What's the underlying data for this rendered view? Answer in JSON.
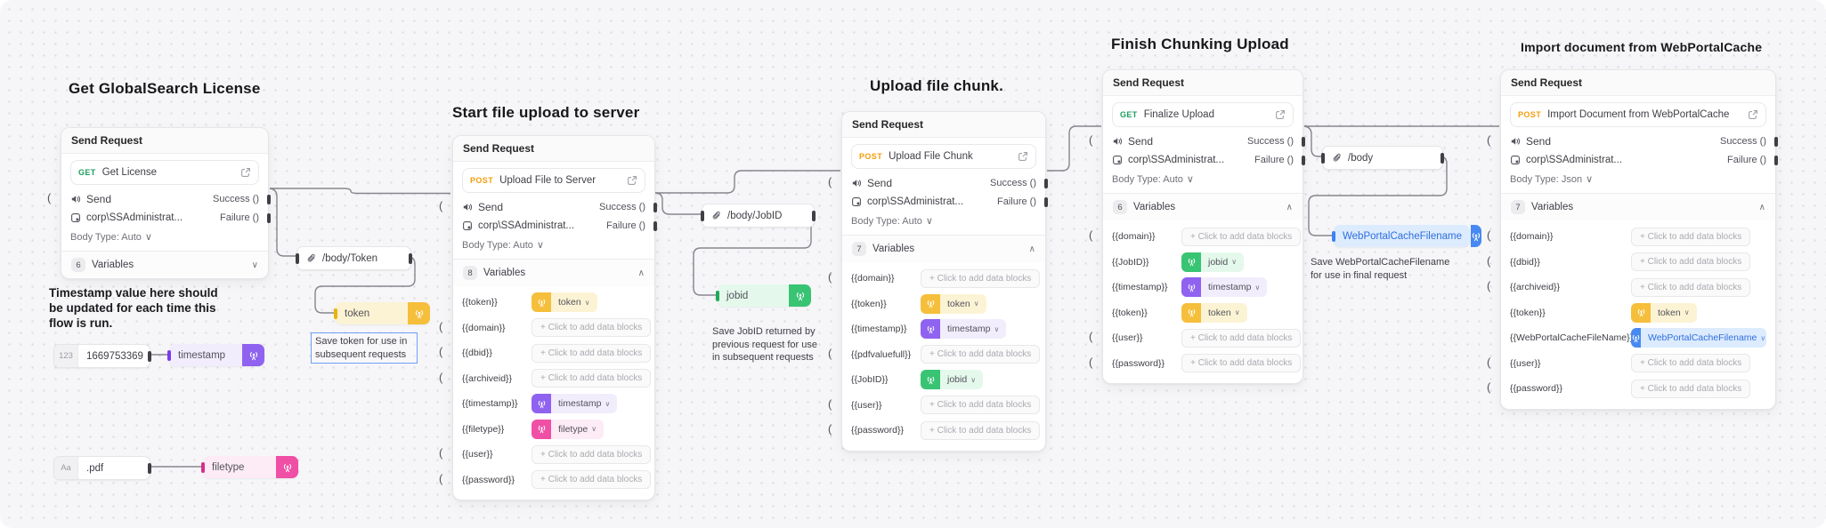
{
  "shared": {
    "card_header": "Send Request",
    "send_label": "Send",
    "success_label": "Success ()",
    "failure_label": "Failure ()",
    "profile": "corp\\SSAdministrat...",
    "variables_label": "Variables",
    "add_blocks_label": "+ Click to add data blocks"
  },
  "icons": {
    "chevron_down": "∨",
    "chevron_up": "∧",
    "input_port_bracket": "(",
    "number_type_badge": "123",
    "text_type_badge": "Aa"
  },
  "colors": {
    "token": {
      "icon": "#f5bf3b",
      "bg": "#fcf3d4",
      "port": "#eab308",
      "text": "#52525b"
    },
    "timestamp": {
      "icon": "#8f62f0",
      "bg": "#f2edfd",
      "port": "#7c3aed",
      "text": "#52525b"
    },
    "filetype": {
      "icon": "#f04fa6",
      "bg": "#fdebf5",
      "port": "#d62f8d",
      "text": "#52525b"
    },
    "jobid": {
      "icon": "#38c472",
      "bg": "#e4f9ec",
      "port": "#22a85d",
      "text": "#52525b"
    },
    "wpcf": {
      "icon": "#4789f2",
      "bg": "#dcebfd",
      "port": "#3b82f6",
      "text": "#2f6fe0"
    },
    "method_get": "#1a9e5c",
    "method_post": "#f59e0b",
    "wire": "#85858d"
  },
  "cards": [
    {
      "id": "get-license",
      "title": "Get GlobalSearch License",
      "method": "GET",
      "request_name": "Get License",
      "body_type": "Body Type: Auto",
      "variables_count": "6",
      "expanded": false,
      "variables": []
    },
    {
      "id": "upload-file-to-server",
      "title": "Start file upload to server",
      "method": "POST",
      "request_name": "Upload File to Server",
      "body_type": "Body Type: Auto",
      "variables_count": "8",
      "expanded": true,
      "variables": [
        {
          "name": "{{token}}",
          "value": "token",
          "kind": "token"
        },
        {
          "name": "{{domain}}"
        },
        {
          "name": "{{dbid}}"
        },
        {
          "name": "{{archiveid}}"
        },
        {
          "name": "{{timestamp}}",
          "value": "timestamp",
          "kind": "timestamp"
        },
        {
          "name": "{{filetype}}",
          "value": "filetype",
          "kind": "filetype"
        },
        {
          "name": "{{user}}"
        },
        {
          "name": "{{password}}"
        }
      ]
    },
    {
      "id": "upload-file-chunk",
      "title": "Upload file chunk.",
      "method": "POST",
      "request_name": "Upload File Chunk",
      "body_type": "Body Type: Auto",
      "variables_count": "7",
      "expanded": true,
      "variables": [
        {
          "name": "{{domain}}"
        },
        {
          "name": "{{token}}",
          "value": "token",
          "kind": "token"
        },
        {
          "name": "{{timestamp}}",
          "value": "timestamp",
          "kind": "timestamp"
        },
        {
          "name": "{{pdfvaluefull}}"
        },
        {
          "name": "{{JobID}}",
          "value": "jobid",
          "kind": "jobid"
        },
        {
          "name": "{{user}}"
        },
        {
          "name": "{{password}}"
        }
      ]
    },
    {
      "id": "finalize-upload",
      "title": "Finish Chunking Upload",
      "method": "GET",
      "request_name": "Finalize Upload",
      "body_type": "Body Type: Auto",
      "variables_count": "6",
      "expanded": true,
      "variables": [
        {
          "name": "{{domain}}"
        },
        {
          "name": "{{JobID}}",
          "value": "jobid",
          "kind": "jobid"
        },
        {
          "name": "{{timestamp}}",
          "value": "timestamp",
          "kind": "timestamp"
        },
        {
          "name": "{{token}}",
          "value": "token",
          "kind": "token"
        },
        {
          "name": "{{user}}"
        },
        {
          "name": "{{password}}"
        }
      ]
    },
    {
      "id": "import-document",
      "title": "Import document from WebPortalCache",
      "method": "POST",
      "request_name": "Import Document from WebPortalCache",
      "body_type": "Body Type: Json",
      "variables_count": "7",
      "expanded": true,
      "variables": [
        {
          "name": "{{domain}}"
        },
        {
          "name": "{{dbid}}"
        },
        {
          "name": "{{archiveid}}"
        },
        {
          "name": "{{token}}",
          "value": "token",
          "kind": "token"
        },
        {
          "name": "{{WebPortalCacheFileName}}",
          "value": "WebPortalCacheFilename",
          "kind": "wpcf"
        },
        {
          "name": "{{user}}"
        },
        {
          "name": "{{password}}"
        }
      ]
    }
  ],
  "nodes": [
    {
      "id": "timestamp-value",
      "type": "input",
      "badge": "123",
      "value": "1669753369"
    },
    {
      "id": "timestamp-broadcast",
      "type": "bcast",
      "label": "timestamp",
      "kind": "timestamp"
    },
    {
      "id": "pdf-value",
      "type": "input",
      "badge": "Aa",
      "value": ".pdf"
    },
    {
      "id": "filetype-broadcast",
      "type": "bcast",
      "label": "filetype",
      "kind": "filetype"
    },
    {
      "id": "token-broadcast",
      "type": "bcast",
      "label": "token",
      "kind": "token"
    },
    {
      "id": "body-token-path",
      "type": "path",
      "label": "/body/Token"
    },
    {
      "id": "body-jobid-path",
      "type": "path",
      "label": "/body/JobID"
    },
    {
      "id": "jobid-broadcast",
      "type": "bcast",
      "label": "jobid",
      "kind": "jobid"
    },
    {
      "id": "body-path",
      "type": "path",
      "label": "/body"
    },
    {
      "id": "wpcf-broadcast",
      "type": "bcast",
      "label": "WebPortalCacheFilename",
      "kind": "wpcf"
    }
  ],
  "notes": [
    {
      "id": "timestamp-note",
      "text": "Timestamp value here should be updated for each time this flow is run."
    },
    {
      "id": "token-note",
      "text": "Save token for use in subsequent requests"
    },
    {
      "id": "jobid-note",
      "text": "Save JobID returned by previous request for use in subsequent requests"
    },
    {
      "id": "wpcf-note",
      "text": "Save WebPortalCacheFilename for use in final request"
    }
  ]
}
